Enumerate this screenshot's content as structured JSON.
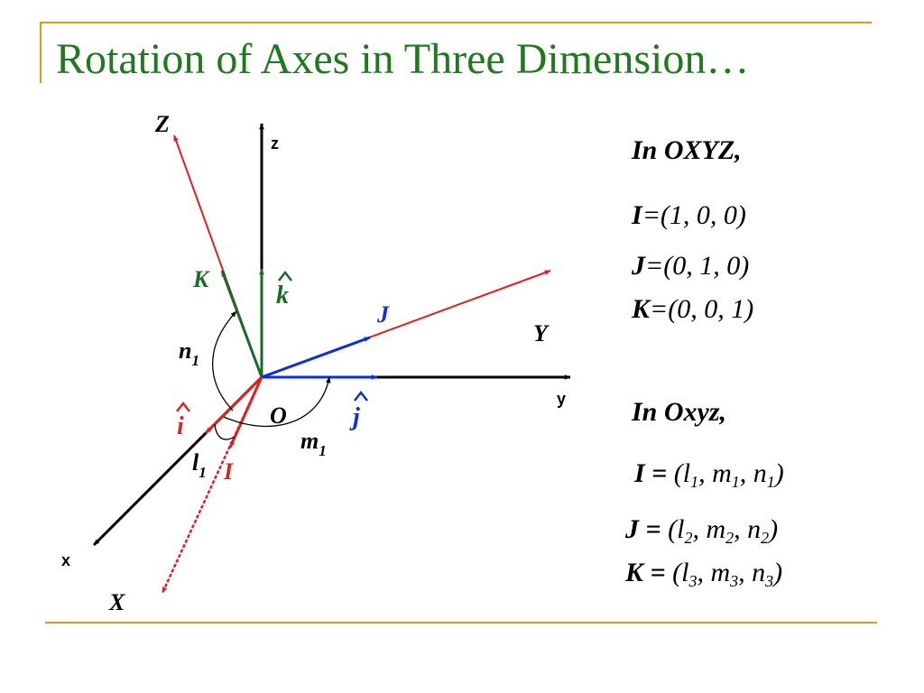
{
  "slide": {
    "title": "Rotation of Axes in Three Dimension…"
  },
  "diagram": {
    "labels": {
      "Z": "Z",
      "z": "z",
      "K": "K",
      "k_hat": "k",
      "J": "J",
      "Y": "Y",
      "y": "y",
      "n1": "n",
      "n1_sub": "1",
      "i_hat": "i",
      "O": "O",
      "j_hat": "j",
      "m1": "m",
      "m1_sub": "1",
      "l1": "l",
      "l1_sub": "1",
      "I": "I",
      "x": "x",
      "X": "X"
    },
    "colors": {
      "original_axes": "#000000",
      "rotated_axes": "#e02020",
      "k_vector": "#1a6b2a",
      "j_vector": "#0a2ee0"
    }
  },
  "equations": {
    "oxyz_heading": "In OXYZ,",
    "I_name": "I",
    "I_eq": "=(1,  0,  0)",
    "J_name": "J",
    "J_eq": "=(0,  1,  0)",
    "K_name": "K",
    "K_eq": "=(0,  0,  1)",
    "oxyz2_heading": "In Oxyz,",
    "I2_name": "I =",
    "I2_open": "(",
    "I2_l": "l",
    "I2_l_sub": "1",
    "I2_m": ", m",
    "I2_m_sub": "1",
    "I2_n": ", n",
    "I2_n_sub": "1",
    "I2_close": ")",
    "J2_name": "J =",
    "J2_open": "(",
    "J2_l": "l",
    "J2_l_sub": "2",
    "J2_m": ", m",
    "J2_m_sub": "2",
    "J2_n": ", n",
    "J2_n_sub": "2",
    "J2_close": ")",
    "K2_name": "K =",
    "K2_open": "(",
    "K2_l": "l",
    "K2_l_sub": "3",
    "K2_m": ", m",
    "K2_m_sub": "3",
    "K2_n": ", n",
    "K2_n_sub": "3",
    "K2_close": ")"
  }
}
